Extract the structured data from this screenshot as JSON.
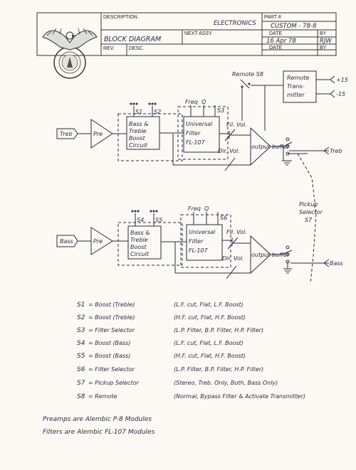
{
  "title_block": {
    "description_label": "DESCRIPTION",
    "description_value": "ELECTRONICS",
    "part_label": "PART #",
    "part_value": "CUSTOM - 78-8",
    "title": "BLOCK DIAGRAM",
    "next_assy_label": "NEXT ASSY.",
    "date_label": "DATE",
    "date_value": "16 Apr 78",
    "by_label": "BY",
    "by_value": "RJW",
    "rev_label": "REV.",
    "desc_label": "DESC.",
    "date2_label": "DATE",
    "by2_label": "BY"
  },
  "diagram": {
    "treb_input": "Treb",
    "treb_preamp": "Pre",
    "treb_boost_block": [
      "Bass &",
      "Treble",
      "Boost",
      "Circuit"
    ],
    "treb_s1": "S1",
    "treb_s2": "S2",
    "treb_filter_controls": [
      "Freq",
      "Q",
      "S3"
    ],
    "treb_filter_block": [
      "Universal",
      "Filter",
      "FL-107"
    ],
    "treb_fil_vol": "Fil. Vol.",
    "treb_dir_vol": "Dir. Vol.",
    "treb_output": "output buffer",
    "treb_out": "Treb",
    "remote_switch": "Remote S8",
    "remote_block": [
      "Remote",
      "Trans-",
      "mitter"
    ],
    "supply_pos": "+15",
    "supply_neg": "-15",
    "pickup_selector": [
      "Pickup",
      "Selector",
      "S7"
    ],
    "bass_input": "Bass",
    "bass_preamp": "Pre",
    "bass_boost_block": [
      "Bass &",
      "Treble",
      "Boost",
      "Circuit"
    ],
    "bass_s4": "S4",
    "bass_s5": "S5",
    "bass_filter_controls": [
      "Freq",
      "Q",
      "S6"
    ],
    "bass_filter_block": [
      "Universal",
      "Filter",
      "FL-107"
    ],
    "bass_fil_vol": "Fil. Vol.",
    "bass_dir_vol": "Dir. Vol.",
    "bass_output": "output buffer",
    "bass_out": "Bass"
  },
  "switch_legend": [
    {
      "id": "S1",
      "name": "= Boost (Treble)",
      "options": "(L.F. cut, Flat, L.F. Boost)"
    },
    {
      "id": "S2",
      "name": "= Boost (Treble)",
      "options": "(H.F. cut, Flat, H.F. Boost)"
    },
    {
      "id": "S3",
      "name": "= Filter Selector",
      "options": "(L.P. Filter, B.P. Filter, H.P. Filter)"
    },
    {
      "id": "S4",
      "name": "= Boost (Bass)",
      "options": "(L.F. cut, Flat, L.F. Boost)"
    },
    {
      "id": "S5",
      "name": "= Boost (Bass)",
      "options": "(H.F. cut, Flat, H.F. Boost)"
    },
    {
      "id": "S6",
      "name": "= Filter Selector",
      "options": "(L.P. Filter, B.P. Filter, H.P. Filter)"
    },
    {
      "id": "S7",
      "name": "= Pickup Selector",
      "options": "(Stereo, Treb. Only, Both, Bass Only)"
    },
    {
      "id": "S8",
      "name": "= Remote",
      "options": "(Normal, Bypass Filter & Activate Transmitter)"
    }
  ],
  "notes": [
    "Preamps are Alembic P-8 Modules",
    "Filters are Alembic FL-107 Modules"
  ]
}
